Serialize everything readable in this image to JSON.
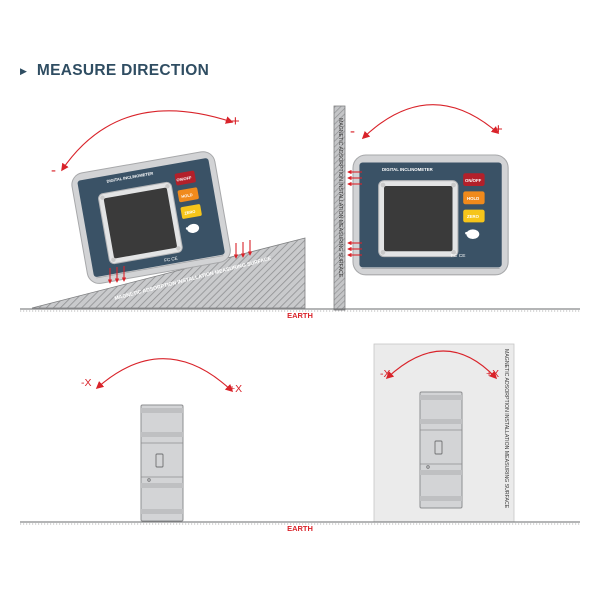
{
  "header": {
    "title": "MEASURE DIRECTION"
  },
  "device": {
    "name": "DIGITAL INCLINOMETER",
    "buttons": [
      "ON/OFF",
      "HOLD",
      "ZERO"
    ],
    "cert": "FC CE"
  },
  "surface_label": "MAGNETIC ADSORPTION INSTALLATION MEASURING SURFACE",
  "ground_label": "EARTH",
  "direction": {
    "minus": "-",
    "plus": "+",
    "minus_x": "-X",
    "plus_x": "+X"
  },
  "colors": {
    "accent": "#d9232a",
    "panel": "#3a5266",
    "brand": "#2f4d62",
    "shell": "#d2d3d5"
  }
}
